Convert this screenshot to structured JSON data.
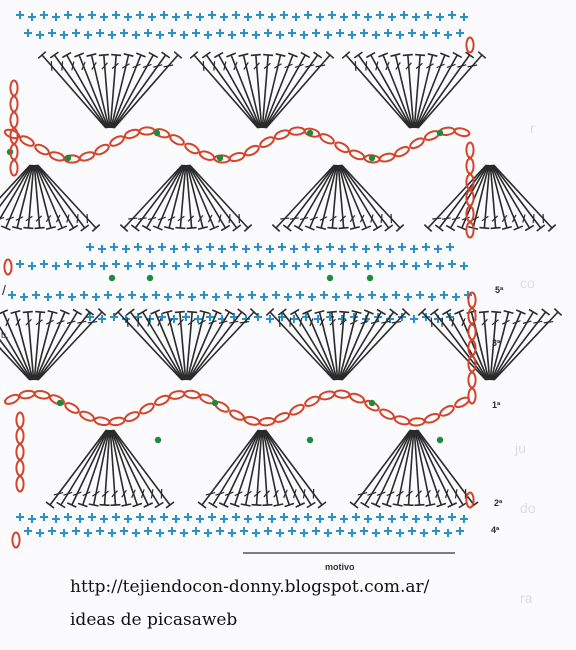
{
  "colors": {
    "stitch": "#2a2a2a",
    "single_crochet": "#2b8fc8",
    "chain": "#d4442a",
    "chain_fill": "#f3a23a",
    "slip_stitch": "#1d8a3c"
  },
  "row_labels": [
    "5ª",
    "3ª",
    "1ª",
    "2ª",
    "4ª"
  ],
  "side_marks": [
    "/",
    "b."
  ],
  "motif_label": "motivo",
  "caption": {
    "url": "http://tejiendocon-donny.blogspot.com.ar/",
    "source": "ideas de picasaweb"
  }
}
